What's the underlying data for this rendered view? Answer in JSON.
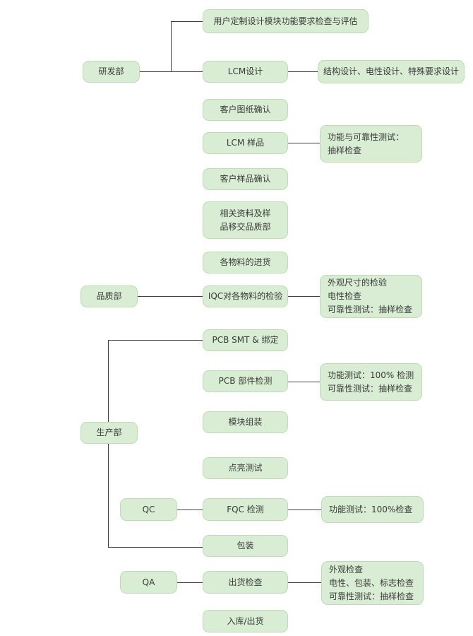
{
  "colors": {
    "box_fill": "#d8edd3",
    "box_border": "#bddcb5",
    "text": "#3a3a3a",
    "line": "#404040",
    "background": "#ffffff"
  },
  "nodes": {
    "requirement_review": {
      "label": "用户定制设计模块功能要求检查与评估"
    },
    "rd_dept": {
      "label": "研发部"
    },
    "lcm_design": {
      "label": "LCM设计"
    },
    "design_note": {
      "label": "结构设计、电性设计、特殊要求设计"
    },
    "customer_drawing_confirm": {
      "label": "客户图纸确认"
    },
    "lcm_sample": {
      "label": "LCM 样品"
    },
    "sample_test_note": {
      "lines": [
        "功能与可靠性测试：",
        "抽样检查"
      ]
    },
    "customer_sample_confirm": {
      "label": "客户样品确认"
    },
    "transfer_to_quality": {
      "lines": [
        "相关资料及样",
        "品移交品质部"
      ]
    },
    "material_incoming": {
      "label": "各物料的进货"
    },
    "quality_dept": {
      "label": "品质部"
    },
    "iqc_inspection": {
      "label": "IQC对各物料的检验"
    },
    "iqc_note": {
      "lines": [
        "外观尺寸的检验",
        "电性检查",
        "可靠性测试：抽样检查"
      ]
    },
    "pcb_smt_bonding": {
      "label": "PCB SMT & 绑定"
    },
    "pcb_part_test": {
      "label": "PCB 部件检测"
    },
    "pcb_test_note": {
      "lines": [
        "功能测试：100% 检测",
        "可靠性测试：抽样检查"
      ]
    },
    "module_assembly": {
      "label": "模块组装"
    },
    "production_dept": {
      "label": "生产部"
    },
    "lighting_test": {
      "label": "点亮测试"
    },
    "qc": {
      "label": "QC"
    },
    "fqc_test": {
      "label": "FQC 检测"
    },
    "fqc_note": {
      "label": "功能测试：100%检查"
    },
    "packing": {
      "label": "包装"
    },
    "qa": {
      "label": "QA"
    },
    "shipment_inspection": {
      "label": "出货检查"
    },
    "shipment_note": {
      "lines": [
        "外观检查",
        "电性、包装、标志检查",
        "可靠性测试：抽样检查"
      ]
    },
    "warehouse_shipment": {
      "label": "入库/出货"
    }
  }
}
